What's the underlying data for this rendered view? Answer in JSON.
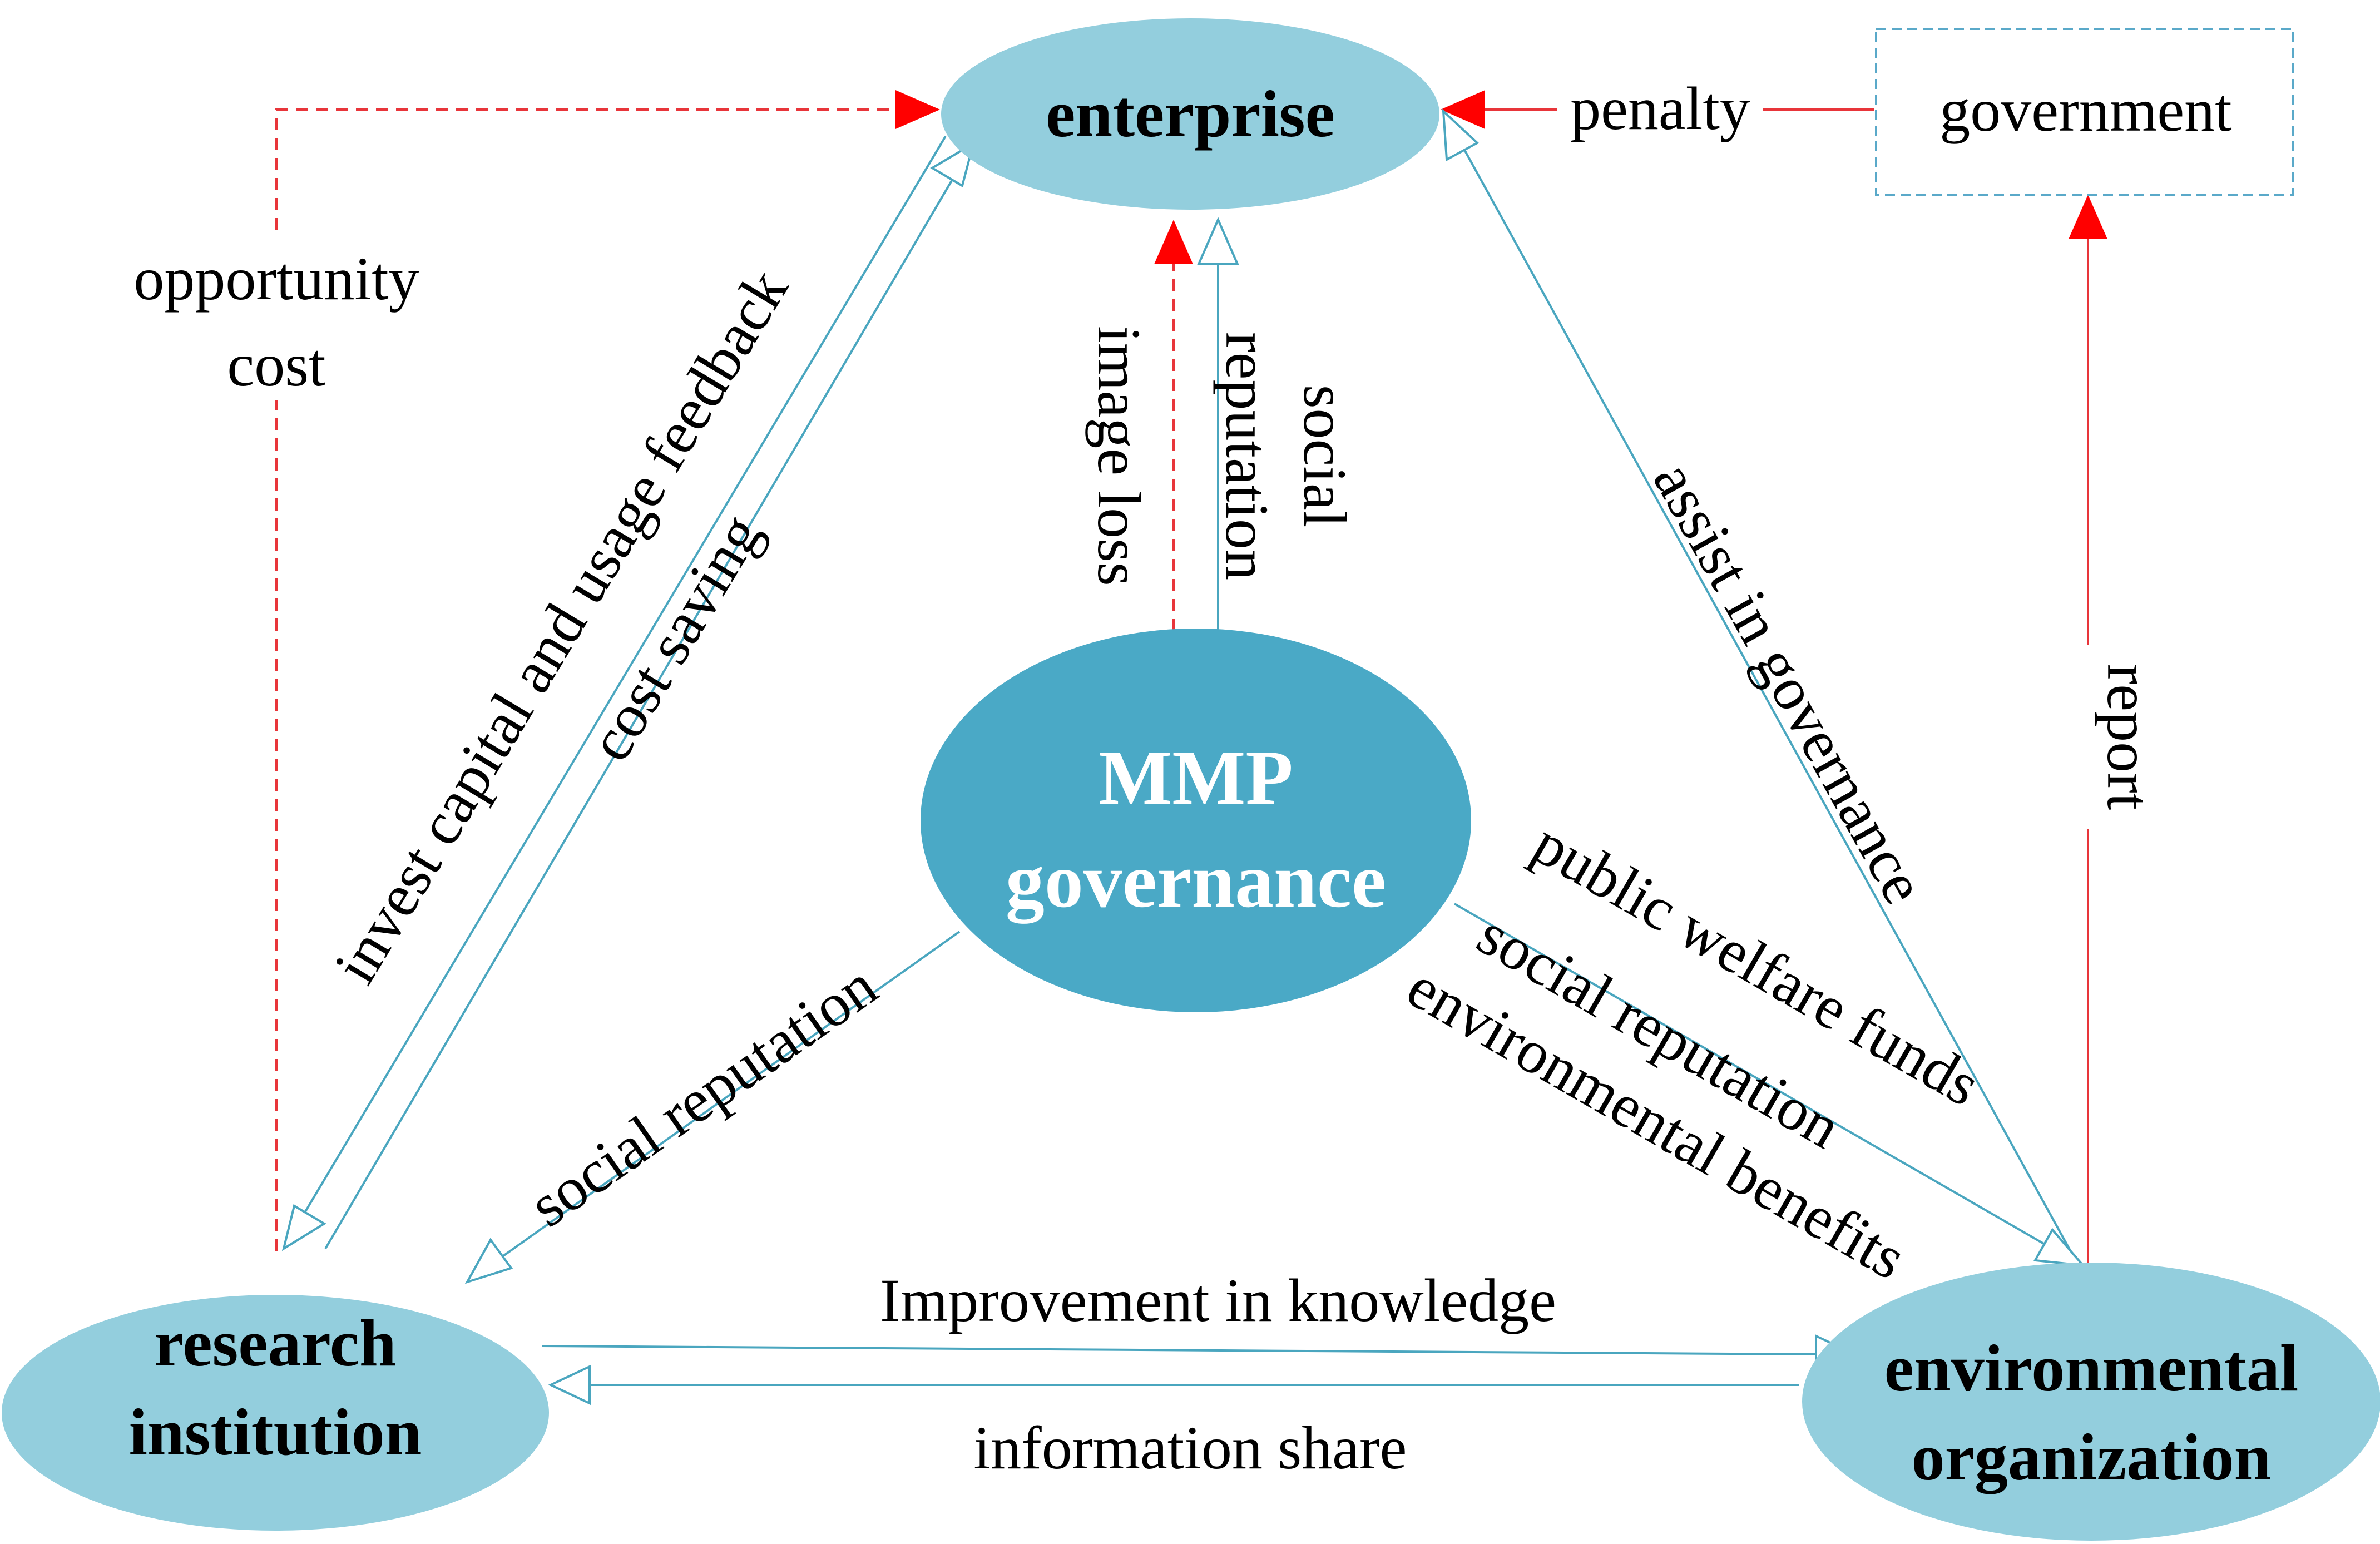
{
  "colors": {
    "node_fill": "#93cedd",
    "center_fill": "#4aa9c6",
    "edge_blue": "#4aa6bf",
    "edge_red": "#e8353a",
    "arrow_red": "#ff0000",
    "government_border": "#5aa9c9"
  },
  "nodes": {
    "enterprise": "enterprise",
    "government": "government",
    "center_line1": "MMP",
    "center_line2": "governance",
    "research_line1": "research",
    "research_line2": "institution",
    "env_line1": "environmental",
    "env_line2": "organization"
  },
  "edges": {
    "penalty": "penalty",
    "opportunity_line1": "opportunity",
    "opportunity_line2": "cost",
    "invest": "invest capital and usage feedback",
    "cost_saving": "cost saving",
    "image_loss": "image loss",
    "social_line1": "social",
    "social_line2": "reputation",
    "assist": "assist in governance",
    "report": "report",
    "public_welfare": "public welfare funds",
    "social_reputation_env": "social reputation",
    "environmental_benefits": "environmental benefits",
    "social_reputation_research": "social reputation",
    "improvement": "Improvement in knowledge",
    "information_share": "information share"
  }
}
